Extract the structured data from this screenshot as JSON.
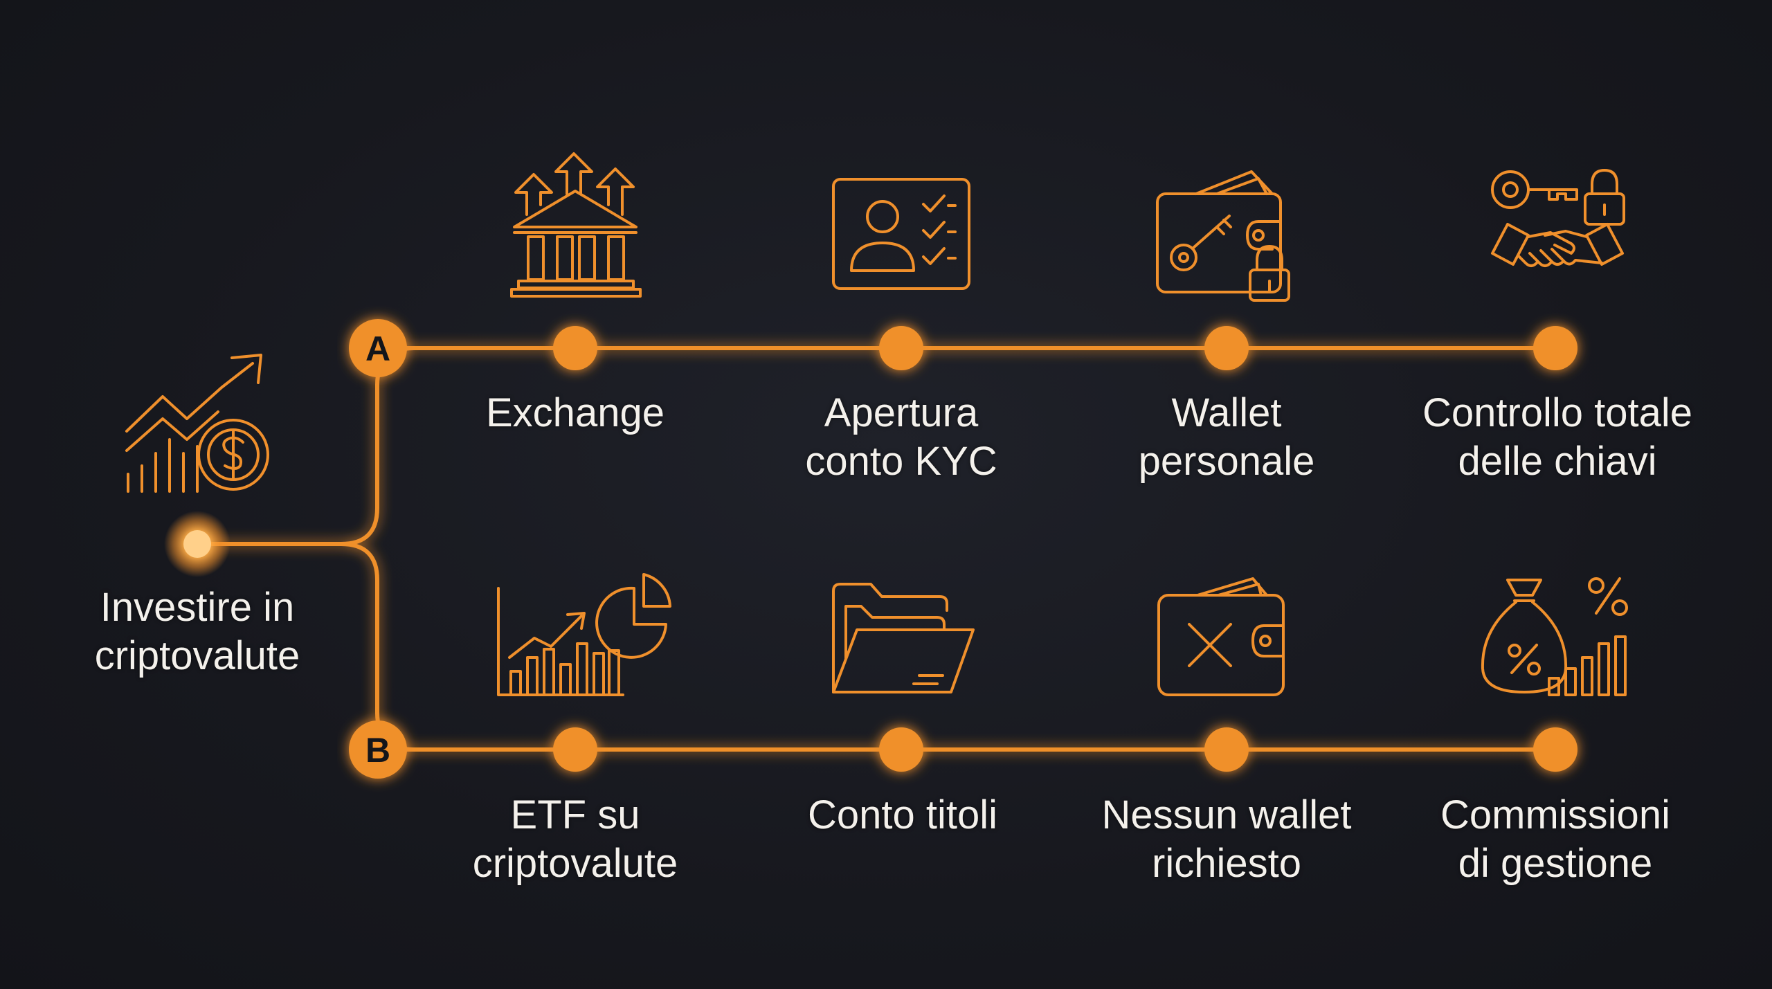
{
  "colors": {
    "accent": "#f0902c",
    "background": "#16171d",
    "text": "#f4f1ec"
  },
  "root": {
    "label_lines": [
      "Investire in",
      "criptovalute"
    ],
    "icon": "growth-chart-dollar-icon"
  },
  "branch_a": {
    "badge": "A",
    "steps": [
      {
        "lines": [
          "Exchange"
        ],
        "icon": "bank-growth-arrows-icon"
      },
      {
        "lines": [
          "Apertura",
          "conto KYC"
        ],
        "icon": "id-card-checklist-icon"
      },
      {
        "lines": [
          "Wallet",
          "personale"
        ],
        "icon": "wallet-key-lock-icon"
      },
      {
        "lines": [
          "Controllo totale",
          "delle chiavi"
        ],
        "icon": "key-handshake-lock-icon"
      }
    ]
  },
  "branch_b": {
    "badge": "B",
    "steps": [
      {
        "lines": [
          "ETF su",
          "criptovalute"
        ],
        "icon": "bar-chart-pie-icon"
      },
      {
        "lines": [
          "Conto titoli"
        ],
        "icon": "open-folder-icon"
      },
      {
        "lines": [
          "Nessun wallet",
          "richiesto"
        ],
        "icon": "wallet-cross-icon"
      },
      {
        "lines": [
          "Commissioni",
          "di gestione"
        ],
        "icon": "money-bag-percent-icon"
      }
    ]
  }
}
